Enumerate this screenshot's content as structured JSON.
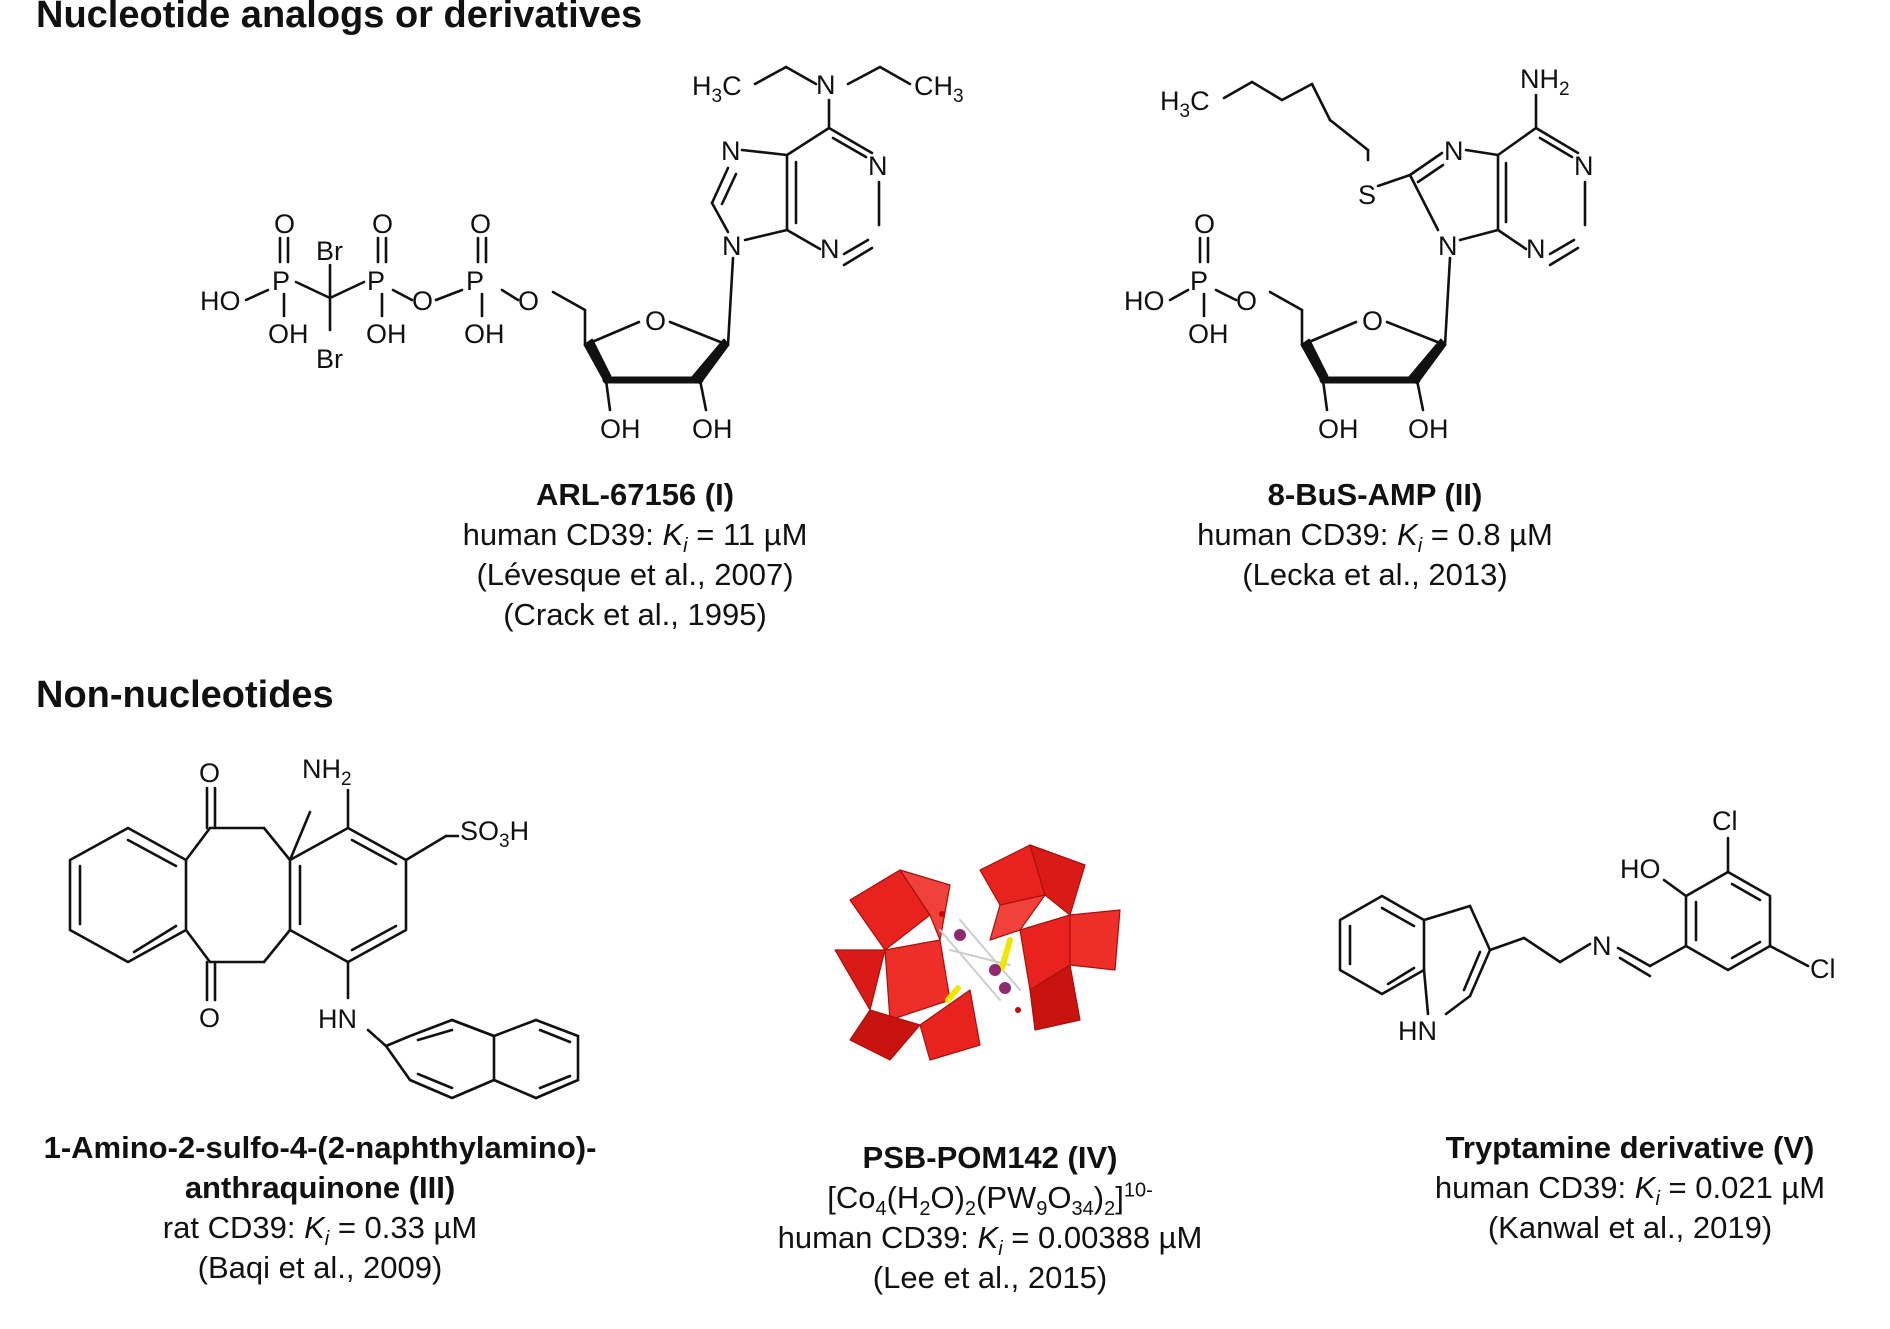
{
  "sections": {
    "nucleotides_title": "Nucleotide analogs or derivatives",
    "non_nucleotides_title": "Non-nucleotides"
  },
  "compounds": {
    "arl": {
      "name": "ARL-67156 (I)",
      "target": "human CD39: ",
      "ki_label": "K",
      "ki_sub": "i",
      "ki_value": " = 11 µM",
      "refs": [
        "(Lévesque et al., 2007)",
        "(Crack et al., 1995)"
      ]
    },
    "bus_amp": {
      "name": "8-BuS-AMP (II)",
      "target": "human CD39: ",
      "ki_label": "K",
      "ki_sub": "i",
      "ki_value": " = 0.8 µM",
      "refs": [
        "(Lecka et al., 2013)"
      ]
    },
    "anthraquinone": {
      "name_line1": "1-Amino-2-sulfo-4-(2-naphthylamino)-",
      "name_line2": "anthraquinone (III)",
      "target": "rat CD39:  ",
      "ki_label": "K",
      "ki_sub": "i",
      "ki_value": " = 0.33 µM",
      "refs": [
        "(Baqi et al., 2009)"
      ]
    },
    "pom": {
      "name": "PSB-POM142 (IV)",
      "formula": {
        "p1": "[Co",
        "s1": "4",
        "p2": "(H",
        "s2": "2",
        "p3": "O)",
        "s3": "2",
        "p4": "(PW",
        "s4": "9",
        "p5": "O",
        "s5": "34",
        "p6": ")",
        "s6": "2",
        "p7": "]",
        "charge": "10-"
      },
      "target": "human CD39: ",
      "ki_label": "K",
      "ki_sub": "i",
      "ki_value": " = 0.00388 µM",
      "refs": [
        "(Lee et al., 2015)"
      ]
    },
    "tryptamine": {
      "name": "Tryptamine derivative (V)",
      "target": "human CD39: ",
      "ki_label": "K",
      "ki_sub": "i",
      "ki_value": " = 0.021 µM",
      "refs": [
        "(Kanwal et al., 2019)"
      ]
    }
  },
  "atoms": {
    "arl": {
      "nme2_left": "H",
      "nme2_left_sub": "3",
      "nme2_left_c": "C",
      "n_amine": "N",
      "nme2_right": "CH",
      "nme2_right_sub": "3",
      "n7": "N",
      "n1": "N",
      "n9": "N",
      "n3": "N",
      "o_ring": "O",
      "oh2": "OH",
      "oh3": "OH",
      "o1": "O",
      "o2": "O",
      "o3": "O",
      "p1": "P",
      "p2": "P",
      "p3": "P",
      "br1": "Br",
      "br2": "Br",
      "ho": "HO",
      "oh_p1": "OH",
      "oh_p2": "OH",
      "oh_p3": "OH",
      "o_bridge1": "O",
      "o_bridge2": "O"
    },
    "bus": {
      "h3c_h": "H",
      "h3c_sub": "3",
      "h3c_c": "C",
      "s": "S",
      "nh2": "NH",
      "nh2_sub": "2",
      "n7": "N",
      "n1": "N",
      "n9": "N",
      "n3": "N",
      "o_ring": "O",
      "oh2": "OH",
      "oh3": "OH",
      "o_p": "O",
      "p": "P",
      "ho": "HO",
      "oh_p": "OH",
      "o_bridge": "O"
    },
    "aq": {
      "o_top": "O",
      "o_bottom": "O",
      "nh2": "NH",
      "nh2_sub": "2",
      "so3h_a": "SO",
      "so3h_sub": "3",
      "so3h_b": "H",
      "hn": "HN"
    },
    "trp": {
      "cl1": "Cl",
      "cl2": "Cl",
      "ho": "HO",
      "n_imine": "N",
      "hn": "HN"
    }
  },
  "colors": {
    "polyhedra": "#e8231f",
    "polyhedra_dark": "#a8100c",
    "cobalt": "#8e2a6e",
    "sulfur_link": "#f2e600"
  }
}
